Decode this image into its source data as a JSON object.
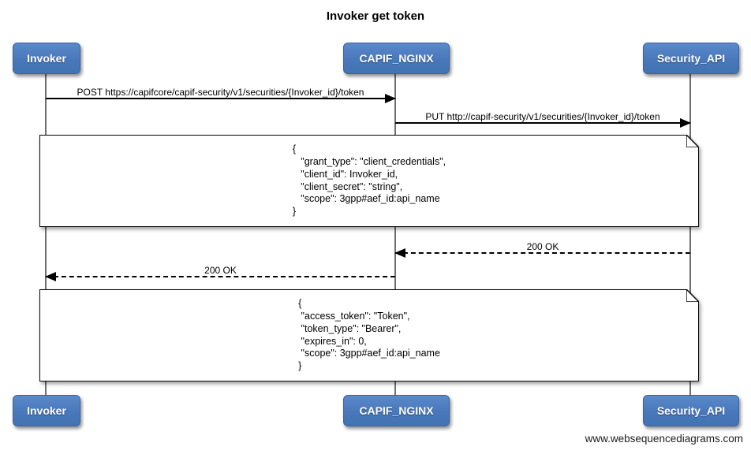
{
  "title": "Invoker get token",
  "footer": "www.websequencediagrams.com",
  "actors": [
    {
      "id": "invoker",
      "label": "Invoker"
    },
    {
      "id": "capif-nginx",
      "label": "CAPIF_NGINX"
    },
    {
      "id": "security-api",
      "label": "Security_API"
    }
  ],
  "messages": [
    {
      "from": "Invoker",
      "to": "CAPIF_NGINX",
      "style": "solid",
      "direction": "right",
      "label": "POST https://capifcore/capif-security/v1/securities/{Invoker_id}/token"
    },
    {
      "from": "CAPIF_NGINX",
      "to": "Security_API",
      "style": "solid",
      "direction": "right",
      "label": "PUT http://capif-security/v1/securities/{Invoker_id}/token"
    },
    {
      "from": "Security_API",
      "to": "CAPIF_NGINX",
      "style": "dashed",
      "direction": "left",
      "label": "200 OK"
    },
    {
      "from": "CAPIF_NGINX",
      "to": "Invoker",
      "style": "dashed",
      "direction": "left",
      "label": "200 OK"
    }
  ],
  "notes": [
    {
      "over": "Invoker,CAPIF_NGINX,Security_API",
      "lines": [
        "{",
        "   \"grant_type\": \"client_credentials\",",
        "   \"client_id\": Invoker_id,",
        "   \"client_secret\": \"string\",",
        "   \"scope\": 3gpp#aef_id:api_name",
        "}"
      ]
    },
    {
      "over": "Invoker,CAPIF_NGINX,Security_API",
      "lines": [
        "{",
        " \"access_token\": \"Token\",",
        " \"token_type\": \"Bearer\",",
        " \"expires_in\": 0,",
        " \"scope\": 3gpp#aef_id:api_name",
        "}"
      ]
    }
  ],
  "colors": {
    "actor_fill": "#4a79bd",
    "actor_border": "#3a639f",
    "actor_text": "#ffffff",
    "lifeline": "#6f6f6f",
    "note_bg": "#ffffff",
    "line": "#000000"
  }
}
